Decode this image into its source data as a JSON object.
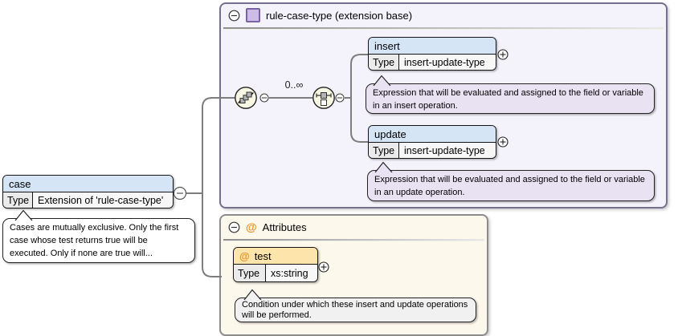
{
  "case_element": {
    "name": "case",
    "type_label": "Type",
    "type_value": "Extension of 'rule-case-type'",
    "annotation": "Cases are mutually exclusive. Only the first case whose test returns true will be executed. Only if none are true will..."
  },
  "extension": {
    "title": "rule-case-type (extension base)",
    "occurrence": "0..∞",
    "insert": {
      "name": "insert",
      "type_label": "Type",
      "type_value": "insert-update-type",
      "annotation": "Expression that will be evaluated and assigned to the field or variable in an insert operation."
    },
    "update": {
      "name": "update",
      "type_label": "Type",
      "type_value": "insert-update-type",
      "annotation": "Expression that will be evaluated and assigned to the field or variable in an update operation."
    }
  },
  "attributes_section": {
    "at": "@",
    "title": "Attributes",
    "test": {
      "at": "@",
      "name": "test",
      "type_label": "Type",
      "type_value": "xs:string",
      "annotation": "Condition under which these insert and update operations will be performed."
    }
  },
  "colors": {
    "element_header_bg": "#d5e5f6",
    "type_label_bg": "#ebebeb",
    "type_value_bg": "#f7f7f7",
    "ext_bg": "#f4f2fb",
    "ext_border": "#76708e",
    "attr_bg": "#fdf8ec",
    "attr_border": "#8c8c8c",
    "attr_header_bg": "#fce4ab",
    "note_purple_bg": "#e9e2f3",
    "note_gray_bg": "#f1f1f1",
    "note_white_bg": "#ffffff",
    "connector": "#7d7d7d",
    "at_color": "#e59326",
    "type_icon_fill": "#ccbde7",
    "type_icon_border": "#7a63a5",
    "compositor_bg": "#f8f7e3",
    "occurrence_color": "#222222"
  }
}
